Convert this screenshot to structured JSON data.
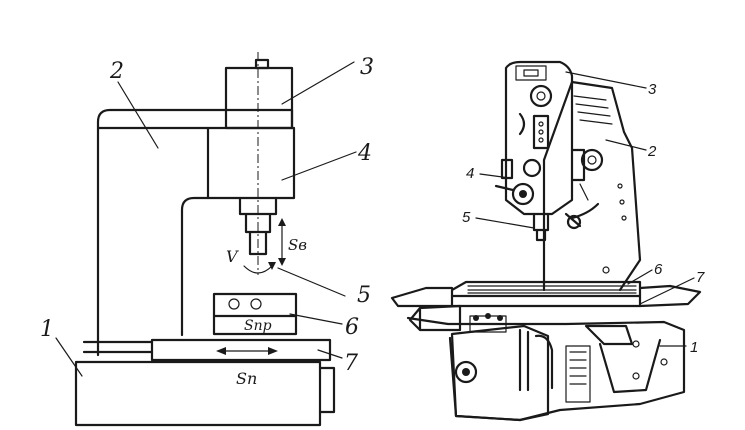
{
  "left_figure": {
    "labels": {
      "l1": "1",
      "l2": "2",
      "l3": "3",
      "l4": "4",
      "l5": "5",
      "l6": "6",
      "l7": "7"
    },
    "motion_labels": {
      "v": "V",
      "sv": "Sв",
      "snp": "Sпр",
      "sn": "Sп"
    }
  },
  "right_figure": {
    "labels": {
      "l1": "1",
      "l2": "2",
      "l3": "3",
      "l4": "4",
      "l5": "5",
      "l6": "6",
      "l7": "7"
    }
  },
  "colors": {
    "ink": "#1a1a1a",
    "background": "#ffffff"
  }
}
